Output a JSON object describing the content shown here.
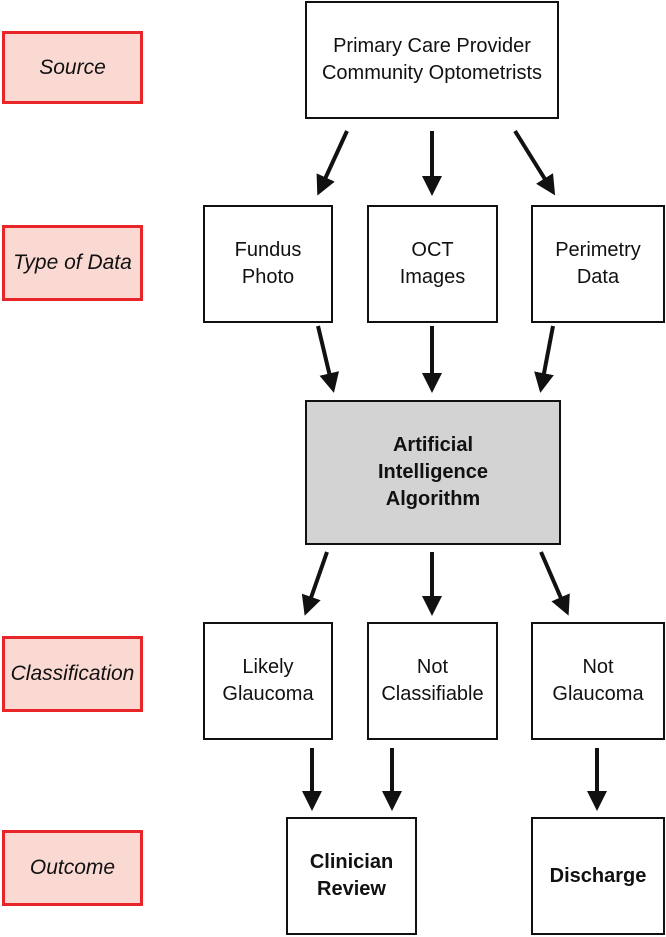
{
  "stage_labels": {
    "source": "Source",
    "type_of_data": "Type of Data",
    "classification": "Classification",
    "outcome": "Outcome"
  },
  "nodes": {
    "source": "Primary Care Provider\nCommunity Optometrists",
    "fundus": "Fundus\nPhoto",
    "oct": "OCT\nImages",
    "perimetry": "Perimetry\nData",
    "ai": "Artificial\nIntelligence\nAlgorithm",
    "likely_glaucoma": "Likely\nGlaucoma",
    "not_classifiable": "Not\nClassifiable",
    "not_glaucoma": "Not\nGlaucoma",
    "clinician_review": "Clinician\nReview",
    "discharge": "Discharge"
  },
  "colors": {
    "label_border": "#e8262a",
    "label_fill": "#fbd9d3",
    "ai_fill": "#d3d3d3"
  }
}
